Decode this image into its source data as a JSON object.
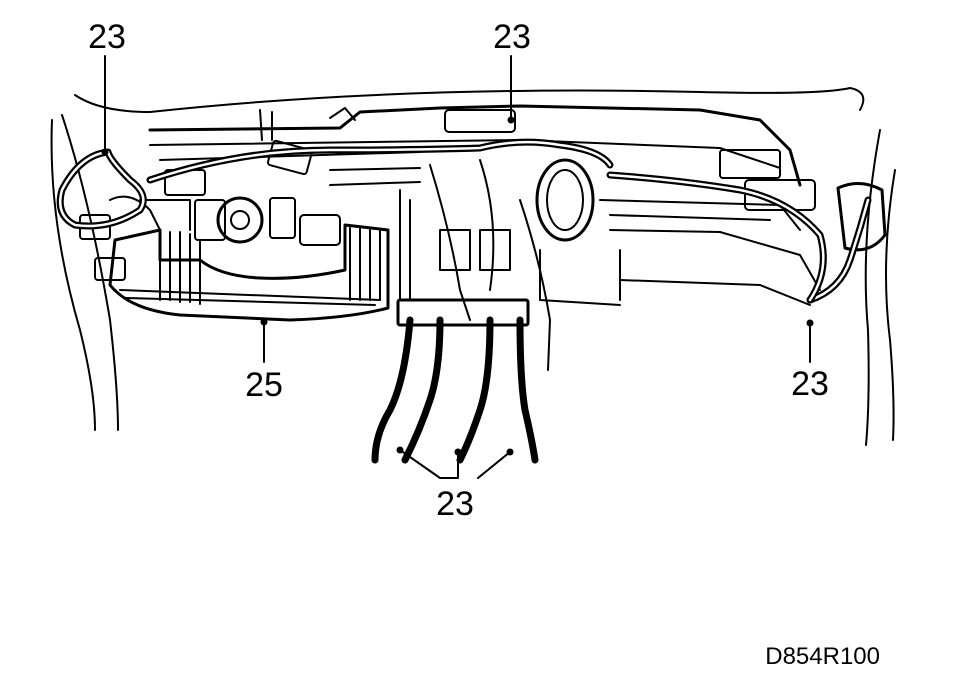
{
  "callouts": {
    "top_left": "23",
    "top_center": "23",
    "right": "23",
    "bottom": "23",
    "lower_left": "25"
  },
  "reference_code": "D854R100"
}
